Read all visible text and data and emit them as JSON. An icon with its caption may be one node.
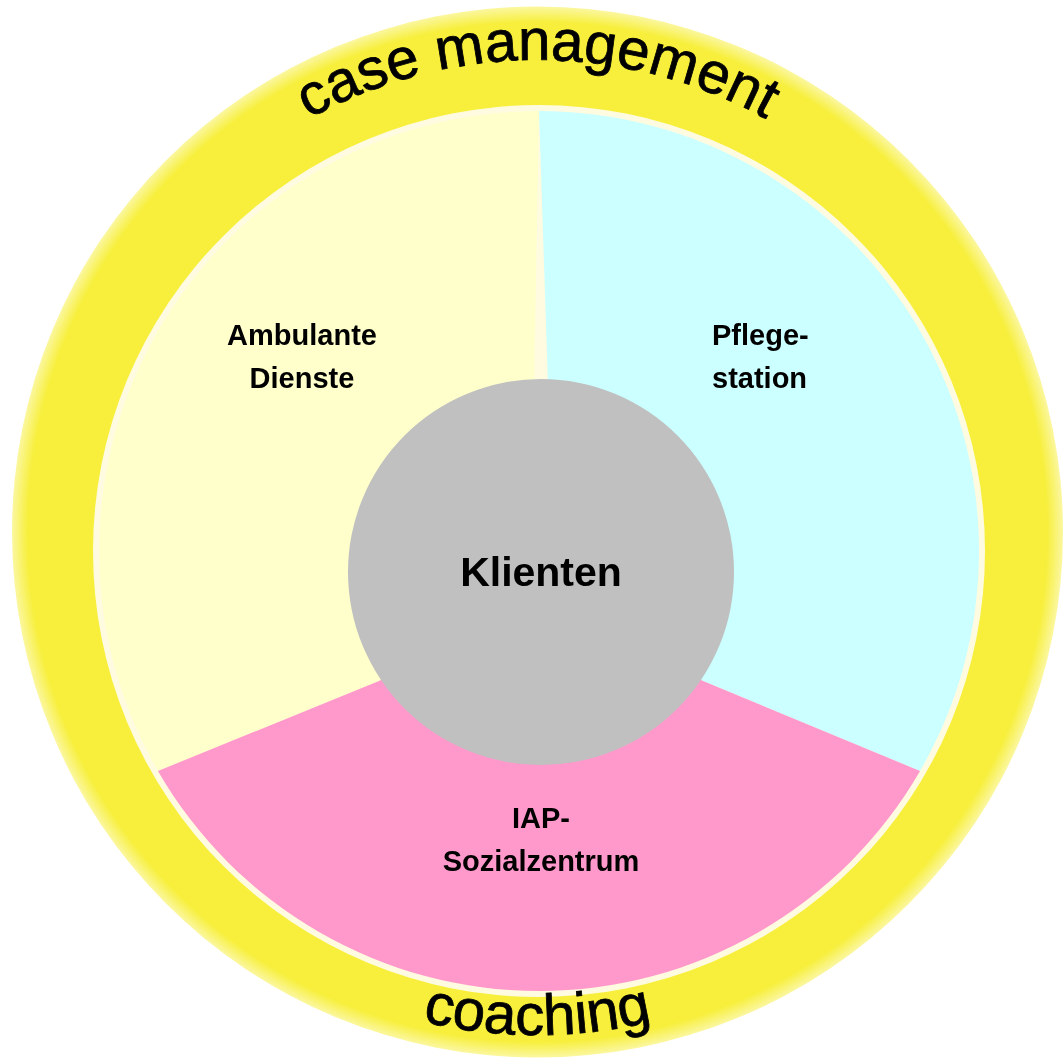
{
  "diagram": {
    "nodes": [
      {
        "text": [
          "case management",
          "coaching"
        ]
      },
      {
        "text": [
          "Ambulante Dienste"
        ],
        "in": 0
      },
      {
        "text": [
          "Pflege- station"
        ],
        "in": 0
      },
      {
        "text": [
          "IAP- Sozialzentrum"
        ],
        "in": 0
      },
      {
        "text": [
          "Klienten"
        ],
        "in": 0
      }
    ]
  }
}
